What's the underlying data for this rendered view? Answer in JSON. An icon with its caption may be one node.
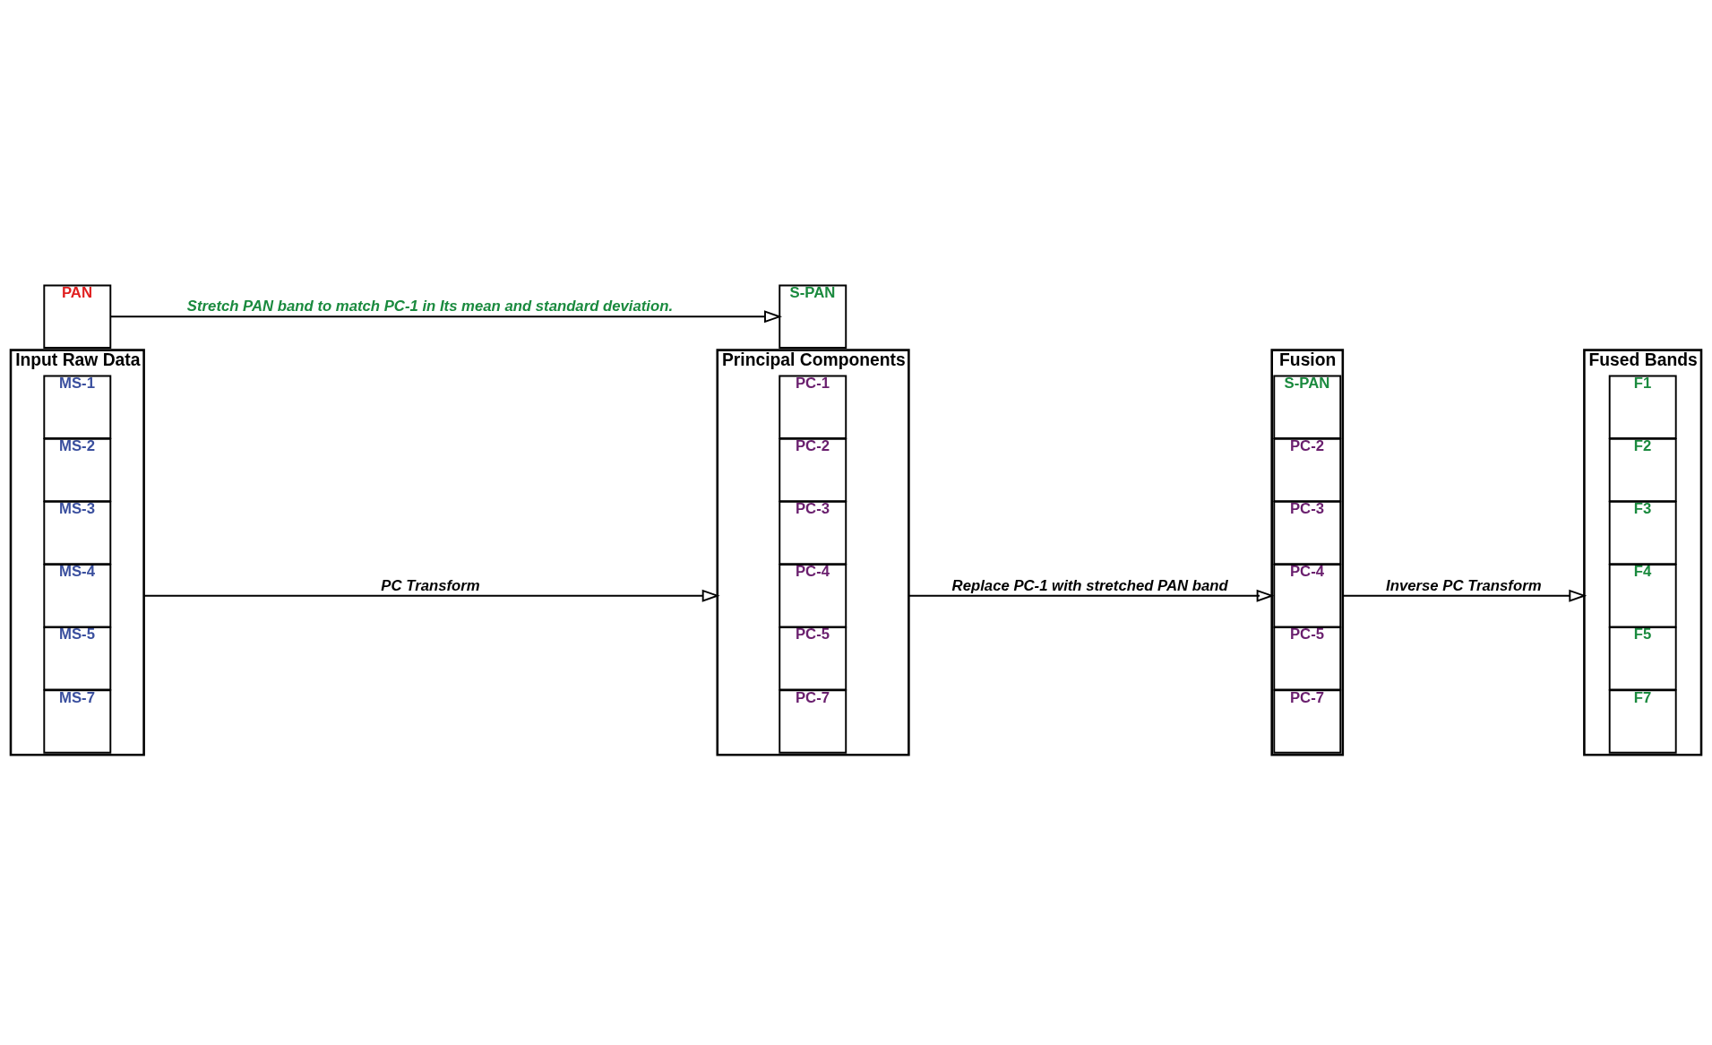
{
  "diagram": {
    "nodes": [
      {
        "text": [
          "Input Raw Data"
        ]
      },
      {
        "text": [
          "MS-1"
        ],
        "in": 0
      },
      {
        "text": [
          "MS-2"
        ],
        "in": 0
      },
      {
        "text": [
          "MS-3"
        ],
        "in": 0
      },
      {
        "text": [
          "MS-4"
        ],
        "in": 0
      },
      {
        "text": [
          "MS-5"
        ],
        "in": 0
      },
      {
        "text": [
          "MS-7"
        ],
        "in": 0
      },
      {
        "text": [
          "Principal Components"
        ]
      },
      {
        "text": [
          "PC-1"
        ],
        "in": 7
      },
      {
        "text": [
          "PC-2"
        ],
        "in": 7
      },
      {
        "text": [
          "PC-3"
        ],
        "in": 7
      },
      {
        "text": [
          "PC-4"
        ],
        "in": 7
      },
      {
        "text": [
          "PC-5"
        ],
        "in": 7
      },
      {
        "text": [
          "PC-7"
        ],
        "in": 7
      },
      {
        "text": [
          "Fusion"
        ]
      },
      {
        "text": [
          "S-PAN"
        ],
        "in": 14
      },
      {
        "text": [
          "PC-2"
        ],
        "in": 14
      },
      {
        "text": [
          "PC-3"
        ],
        "in": 14
      },
      {
        "text": [
          "PC-4"
        ],
        "in": 14
      },
      {
        "text": [
          "PC-5"
        ],
        "in": 14
      },
      {
        "text": [
          "PC-7"
        ],
        "in": 14
      },
      {
        "text": [
          "Fused Bands"
        ]
      },
      {
        "text": [
          "F1"
        ],
        "in": 21
      },
      {
        "text": [
          "F2"
        ],
        "in": 21
      },
      {
        "text": [
          "F3"
        ],
        "in": 21
      },
      {
        "text": [
          "F4"
        ],
        "in": 21
      },
      {
        "text": [
          "F5"
        ],
        "in": 21
      },
      {
        "text": [
          "F7"
        ],
        "in": 21
      },
      {
        "text": [
          "PAN"
        ]
      },
      {
        "text": [
          "S-PAN"
        ]
      }
    ],
    "edges": [
      {
        "from": 0,
        "to": 7,
        "arrow": "to",
        "label": "PC Transform"
      },
      {
        "from": 7,
        "to": 14,
        "arrow": "to",
        "label": "Replace PC-1 with stretched PAN band"
      },
      {
        "from": 14,
        "to": 21,
        "arrow": "to",
        "label": "Inverse PC Transform"
      },
      {
        "from": 28,
        "to": 29,
        "arrow": "to",
        "label": "Stretch PAN band to match PC-1 in Its mean and standard deviation."
      }
    ]
  }
}
